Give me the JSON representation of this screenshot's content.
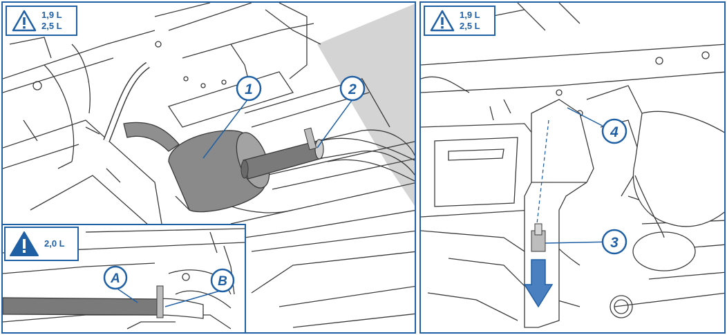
{
  "colors": {
    "accent": "#1f5fa4",
    "line": "#3a3a3a",
    "muffler_fill": "#8a8a8a",
    "pipe_fill": "#7a7a7a",
    "shadow_grey": "#cfcfcf"
  },
  "left_panel": {
    "warning": {
      "icon": "warning-triangle-outline-icon",
      "line1": "1,9 L",
      "line2": "2,5 L"
    },
    "callouts": [
      "1",
      "2"
    ]
  },
  "inset_panel": {
    "warning": {
      "icon": "warning-triangle-filled-icon",
      "label": "2,0 L"
    },
    "callouts": [
      "A",
      "B"
    ]
  },
  "right_panel": {
    "warning": {
      "icon": "warning-triangle-outline-icon",
      "line1": "1,9 L",
      "line2": "2,5 L"
    },
    "callouts": [
      "4",
      "3"
    ],
    "arrow_icon": "down-arrow-icon"
  }
}
